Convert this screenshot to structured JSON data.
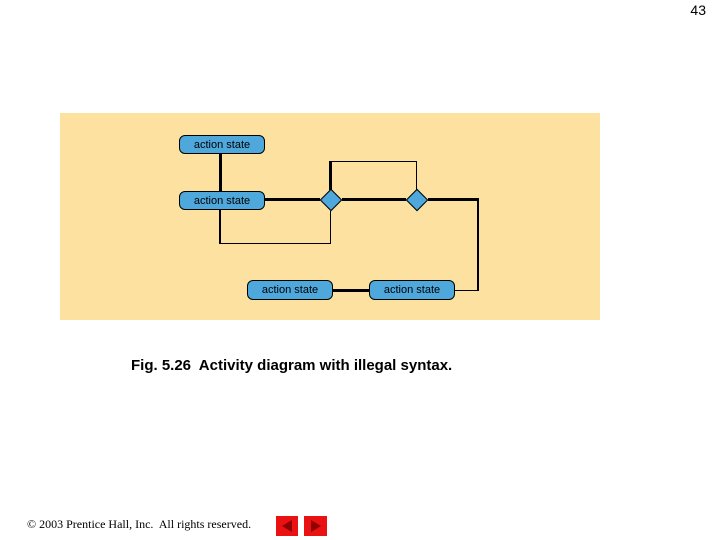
{
  "page_number": "43",
  "caption": "Fig. 5.26  Activity diagram with illegal syntax.",
  "footer": {
    "copyright": "© 2003 Prentice Hall, Inc.  All rights reserved."
  },
  "nav": {
    "prev_icon": "left-arrow",
    "next_icon": "right-arrow"
  },
  "colors": {
    "panel_bg": "#FCE1A0",
    "node_fill": "#4FA8DC",
    "node_border": "#000000",
    "line": "#000000",
    "button_bg": "#E91111",
    "button_arrow": "#8F0000"
  },
  "diagram": {
    "type": "uml-activity-diagram",
    "action_states": [
      {
        "label": "action state"
      },
      {
        "label": "action state"
      },
      {
        "label": "action state"
      },
      {
        "label": "action state"
      }
    ],
    "decision_node_count": 2
  }
}
